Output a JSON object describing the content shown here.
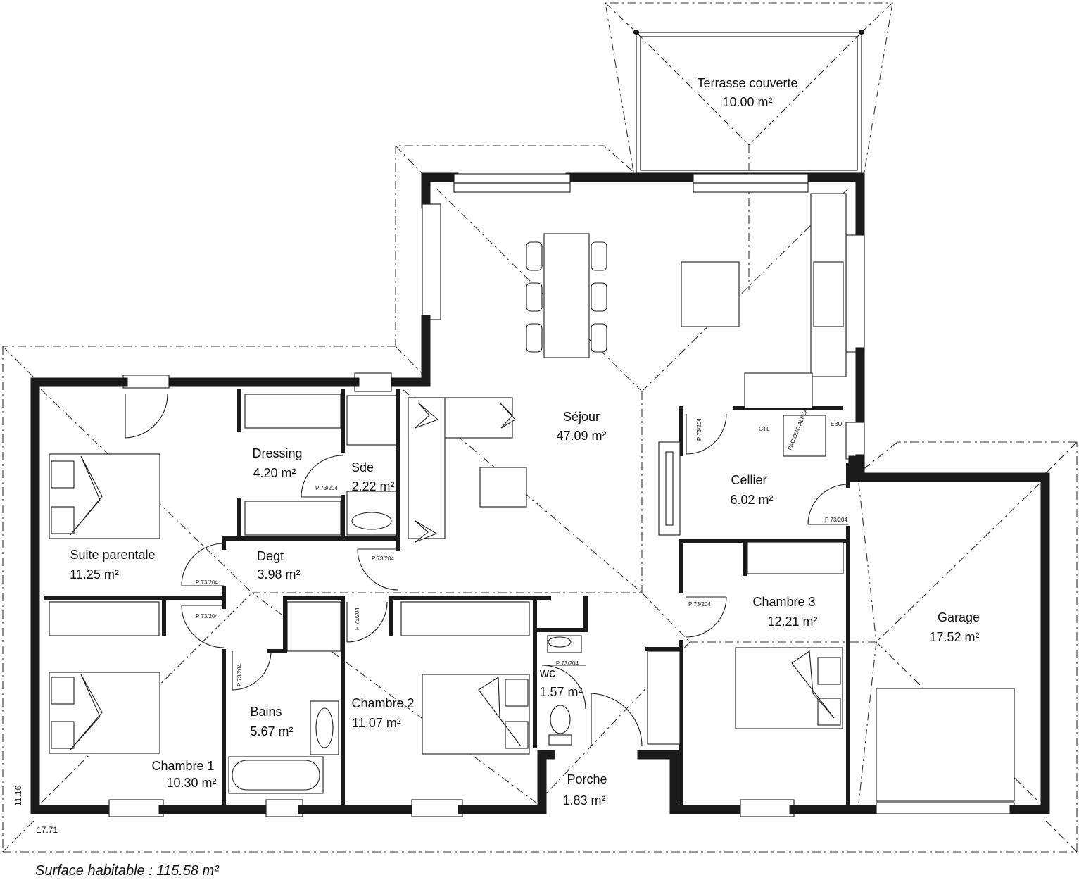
{
  "rooms": {
    "terrasse": {
      "name": "Terrasse couverte",
      "area": "10.00 m²"
    },
    "sejour": {
      "name": "Séjour",
      "area": "47.09 m²"
    },
    "dressing": {
      "name": "Dressing",
      "area": "4.20 m²"
    },
    "sde": {
      "name": "Sde",
      "area": "2.22 m²"
    },
    "suite": {
      "name": "Suite parentale",
      "area": "11.25 m²"
    },
    "degt": {
      "name": "Degt",
      "area": "3.98 m²"
    },
    "cellier": {
      "name": "Cellier",
      "area": "6.02 m²"
    },
    "chambre3": {
      "name": "Chambre 3",
      "area": "12.21 m²"
    },
    "garage": {
      "name": "Garage",
      "area": "17.52 m²"
    },
    "wc": {
      "name": "wc",
      "area": "1.57 m²"
    },
    "bains": {
      "name": "Bains",
      "area": "5.67 m²"
    },
    "chambre2": {
      "name": "Chambre 2",
      "area": "11.07 m²"
    },
    "chambre1": {
      "name": "Chambre 1",
      "area": "10.30 m²"
    },
    "porche": {
      "name": "Porche",
      "area": "1.83 m²"
    }
  },
  "door_ref": "P 73/204",
  "equipment": {
    "gtl": "GTL",
    "pac": "PAC DUO ALFEA",
    "ebu": "EBU"
  },
  "dimensions": {
    "depth": "11.16",
    "width": "17.71"
  },
  "surface_habitable": "Surface habitable : 115.58 m²"
}
